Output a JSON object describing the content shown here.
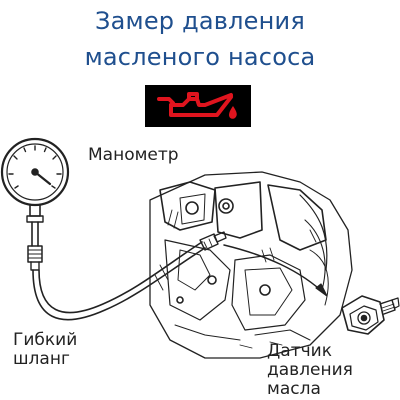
{
  "title": {
    "line1": "Замер давления",
    "line2": "масленого насоса"
  },
  "colors": {
    "title": "#1f4f8e",
    "badge_bg": "#000000",
    "oil_icon": "#e0141e",
    "ink": "#222222"
  },
  "icons": {
    "oil_warning": "oil-can-icon"
  },
  "labels": {
    "gauge": "Манометр",
    "hose_line1": "Гибкий",
    "hose_line2": "шланг",
    "sensor_line1": "Датчик",
    "sensor_line2": "давления",
    "sensor_line3": "масла"
  }
}
